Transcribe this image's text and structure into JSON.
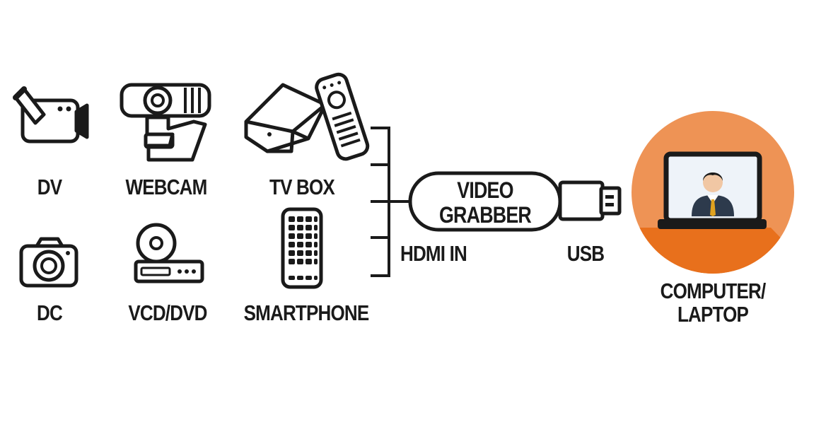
{
  "devices": [
    {
      "id": "dv",
      "label": "DV",
      "icon": "camcorder-icon"
    },
    {
      "id": "webcam",
      "label": "WEBCAM",
      "icon": "webcam-icon"
    },
    {
      "id": "tvbox",
      "label": "TV BOX",
      "icon": "tv-box-remote-icon"
    },
    {
      "id": "dc",
      "label": "DC",
      "icon": "camera-icon"
    },
    {
      "id": "vcd",
      "label": "VCD/DVD",
      "icon": "dvd-player-icon"
    },
    {
      "id": "smartphone",
      "label": "SMARTPHONE",
      "icon": "smartphone-icon"
    }
  ],
  "grabber": {
    "label": "VIDEO\nGRABBER",
    "icon": "usb-video-grabber-icon"
  },
  "ports": {
    "hdmi_in": "HDMI IN",
    "usb": "USB"
  },
  "computer": {
    "label": "COMPUTER/\nLAPTOP",
    "icon": "laptop-user-icon"
  },
  "colors": {
    "ink": "#1a1a1a",
    "circle_light": "#ee9355",
    "circle_dark": "#e8701c",
    "screen_fill": "#eef3f9"
  }
}
